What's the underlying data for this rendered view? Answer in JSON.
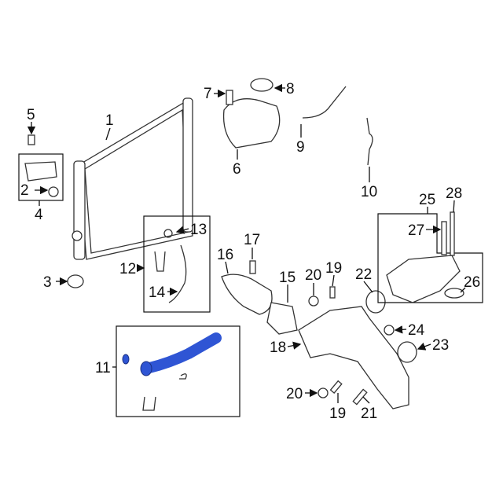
{
  "diagram": {
    "title": "Cooling system parts diagram",
    "highlight_color": "#2f55d4",
    "callouts": [
      "1",
      "2",
      "3",
      "4",
      "5",
      "6",
      "7",
      "8",
      "9",
      "10",
      "11",
      "12",
      "13",
      "14",
      "15",
      "16",
      "17",
      "18",
      "19",
      "19",
      "20",
      "20",
      "21",
      "22",
      "23",
      "24",
      "25",
      "26",
      "27",
      "28"
    ]
  }
}
